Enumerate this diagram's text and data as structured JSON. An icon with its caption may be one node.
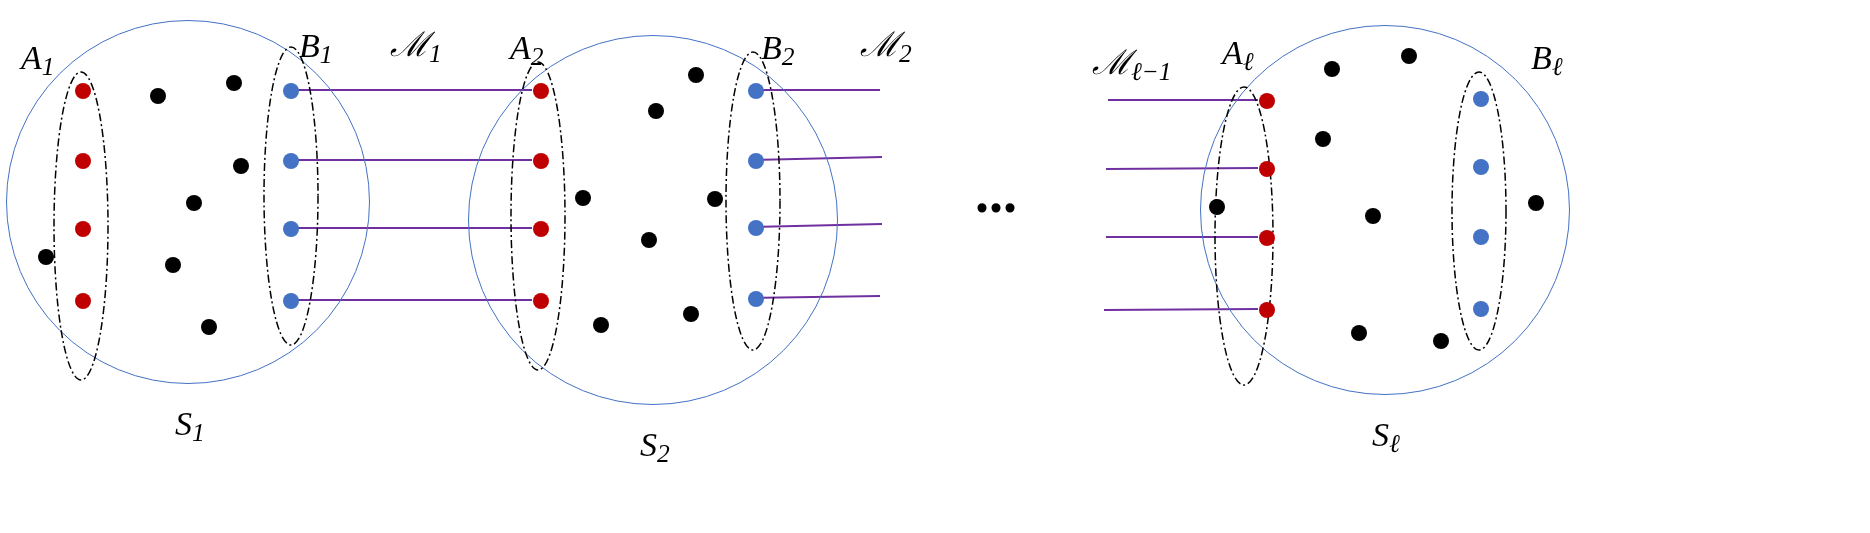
{
  "diagram": {
    "nodes": [
      {
        "text": [
          "S$_{1}$"
        ]
      },
      {
        "text": [
          "A$_{1}$"
        ],
        "in": 0
      },
      {
        "text": [],
        "shape": "circle",
        "in": 1
      },
      {
        "text": [],
        "shape": "circle",
        "in": 1
      },
      {
        "text": [],
        "shape": "circle",
        "in": 1
      },
      {
        "text": [],
        "shape": "circle",
        "in": 1
      },
      {
        "text": [
          "B$_{1}$"
        ],
        "in": 0
      },
      {
        "text": [],
        "shape": "circle",
        "in": 6
      },
      {
        "text": [],
        "shape": "circle",
        "in": 6
      },
      {
        "text": [],
        "shape": "circle",
        "in": 6
      },
      {
        "text": [],
        "shape": "circle",
        "in": 6
      },
      {
        "text": [],
        "shape": "circle",
        "in": 0
      },
      {
        "text": [],
        "shape": "circle",
        "in": 0
      },
      {
        "text": [],
        "shape": "circle",
        "in": 0
      },
      {
        "text": [],
        "shape": "circle",
        "in": 0
      },
      {
        "text": [],
        "shape": "circle",
        "in": 0
      },
      {
        "text": [],
        "shape": "circle",
        "in": 0
      },
      {
        "text": [],
        "shape": "circle",
        "in": 0
      },
      {
        "text": [
          "S$_{2}$"
        ]
      },
      {
        "text": [
          "A$_{2}$"
        ],
        "in": 18
      },
      {
        "text": [],
        "shape": "circle",
        "in": 19
      },
      {
        "text": [],
        "shape": "circle",
        "in": 19
      },
      {
        "text": [],
        "shape": "circle",
        "in": 19
      },
      {
        "text": [],
        "shape": "circle",
        "in": 19
      },
      {
        "text": [
          "B$_{2}$"
        ],
        "in": 18
      },
      {
        "text": [],
        "shape": "circle",
        "in": 24
      },
      {
        "text": [],
        "shape": "circle",
        "in": 24
      },
      {
        "text": [],
        "shape": "circle",
        "in": 24
      },
      {
        "text": [],
        "shape": "circle",
        "in": 24
      },
      {
        "text": [],
        "shape": "circle",
        "in": 18
      },
      {
        "text": [],
        "shape": "circle",
        "in": 18
      },
      {
        "text": [],
        "shape": "circle",
        "in": 18
      },
      {
        "text": [],
        "shape": "circle",
        "in": 18
      },
      {
        "text": [],
        "shape": "circle",
        "in": 18
      },
      {
        "text": [],
        "shape": "circle",
        "in": 18
      },
      {
        "text": [],
        "shape": "circle",
        "in": 18
      },
      {
        "text": [
          "S$_{ℓ}$"
        ]
      },
      {
        "text": [
          "A$_{ℓ}$"
        ],
        "in": 36
      },
      {
        "text": [],
        "shape": "circle",
        "in": 37
      },
      {
        "text": [],
        "shape": "circle",
        "in": 37
      },
      {
        "text": [],
        "shape": "circle",
        "in": 37
      },
      {
        "text": [],
        "shape": "circle",
        "in": 37
      },
      {
        "text": [
          "B$_{ℓ}$"
        ],
        "in": 36
      },
      {
        "text": [],
        "shape": "circle",
        "in": 42
      },
      {
        "text": [],
        "shape": "circle",
        "in": 42
      },
      {
        "text": [],
        "shape": "circle",
        "in": 42
      },
      {
        "text": [],
        "shape": "circle",
        "in": 42
      },
      {
        "text": [],
        "shape": "circle",
        "in": 36
      },
      {
        "text": [],
        "shape": "circle",
        "in": 36
      },
      {
        "text": [],
        "shape": "circle",
        "in": 36
      },
      {
        "text": [],
        "shape": "circle",
        "in": 36
      },
      {
        "text": [],
        "shape": "circle",
        "in": 36
      },
      {
        "text": [],
        "shape": "circle",
        "in": 36
      },
      {
        "text": [],
        "shape": "circle",
        "in": 36
      },
      {
        "text": [],
        "shape": "circle",
        "in": 36
      }
    ],
    "edges": [
      {
        "from": 7,
        "to": 20,
        "arrow": "none"
      },
      {
        "from": 8,
        "to": 21,
        "arrow": "none"
      },
      {
        "from": 9,
        "to": 22,
        "arrow": "none"
      },
      {
        "from": 10,
        "to": 23,
        "arrow": "none"
      },
      {
        "from": 25,
        "to": null,
        "arrow": "none"
      },
      {
        "from": 26,
        "to": null,
        "arrow": "none"
      },
      {
        "from": 27,
        "to": null,
        "arrow": "none"
      },
      {
        "from": 28,
        "to": null,
        "arrow": "none"
      },
      {
        "from": null,
        "to": 38,
        "arrow": "none"
      },
      {
        "from": null,
        "to": 39,
        "arrow": "none"
      },
      {
        "from": null,
        "to": 40,
        "arrow": "none"
      },
      {
        "from": null,
        "to": 41,
        "arrow": "none"
      }
    ],
    "labels": [
      "ℳ$_{1}$",
      "ℳ$_{2}$",
      "...",
      "ℳ$_{ℓ−1}$"
    ]
  }
}
